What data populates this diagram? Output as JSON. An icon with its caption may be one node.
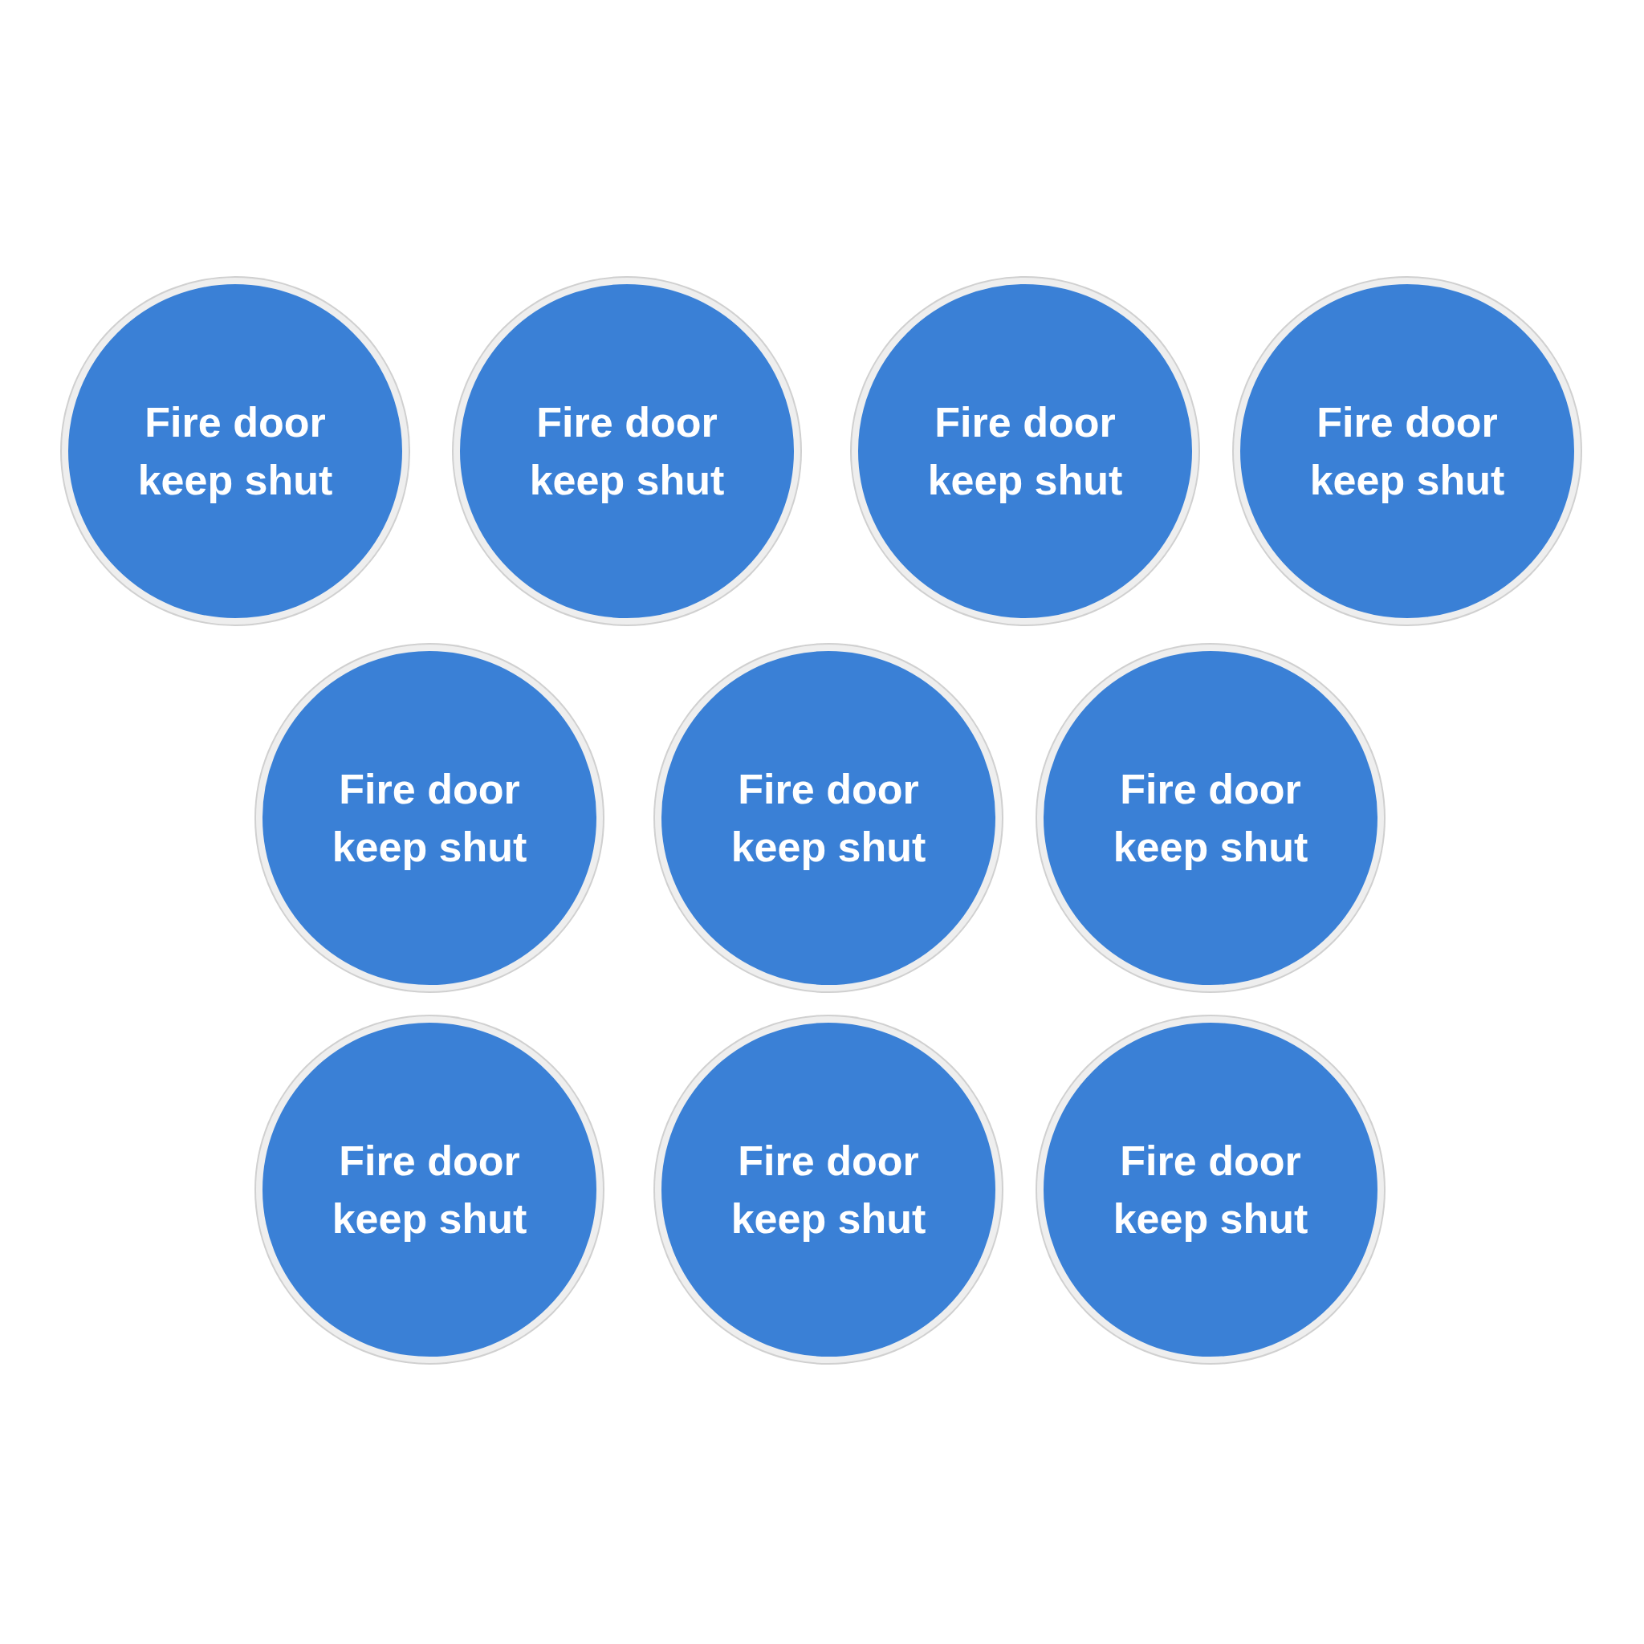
{
  "diagram": {
    "nodes": [
      {
        "text": [
          "Fire door keep shut"
        ]
      },
      {
        "text": [
          "Fire door keep shut"
        ]
      },
      {
        "text": [
          "Fire door keep shut"
        ]
      },
      {
        "text": [
          "Fire door keep shut"
        ]
      },
      {
        "text": [
          "Fire door keep shut"
        ]
      },
      {
        "text": [
          "Fire door keep shut"
        ]
      },
      {
        "text": [
          "Fire door keep shut"
        ]
      },
      {
        "text": [
          "Fire door keep shut"
        ]
      },
      {
        "text": [
          "Fire door keep shut"
        ]
      },
      {
        "text": [
          "Fire door keep shut"
        ]
      }
    ]
  }
}
